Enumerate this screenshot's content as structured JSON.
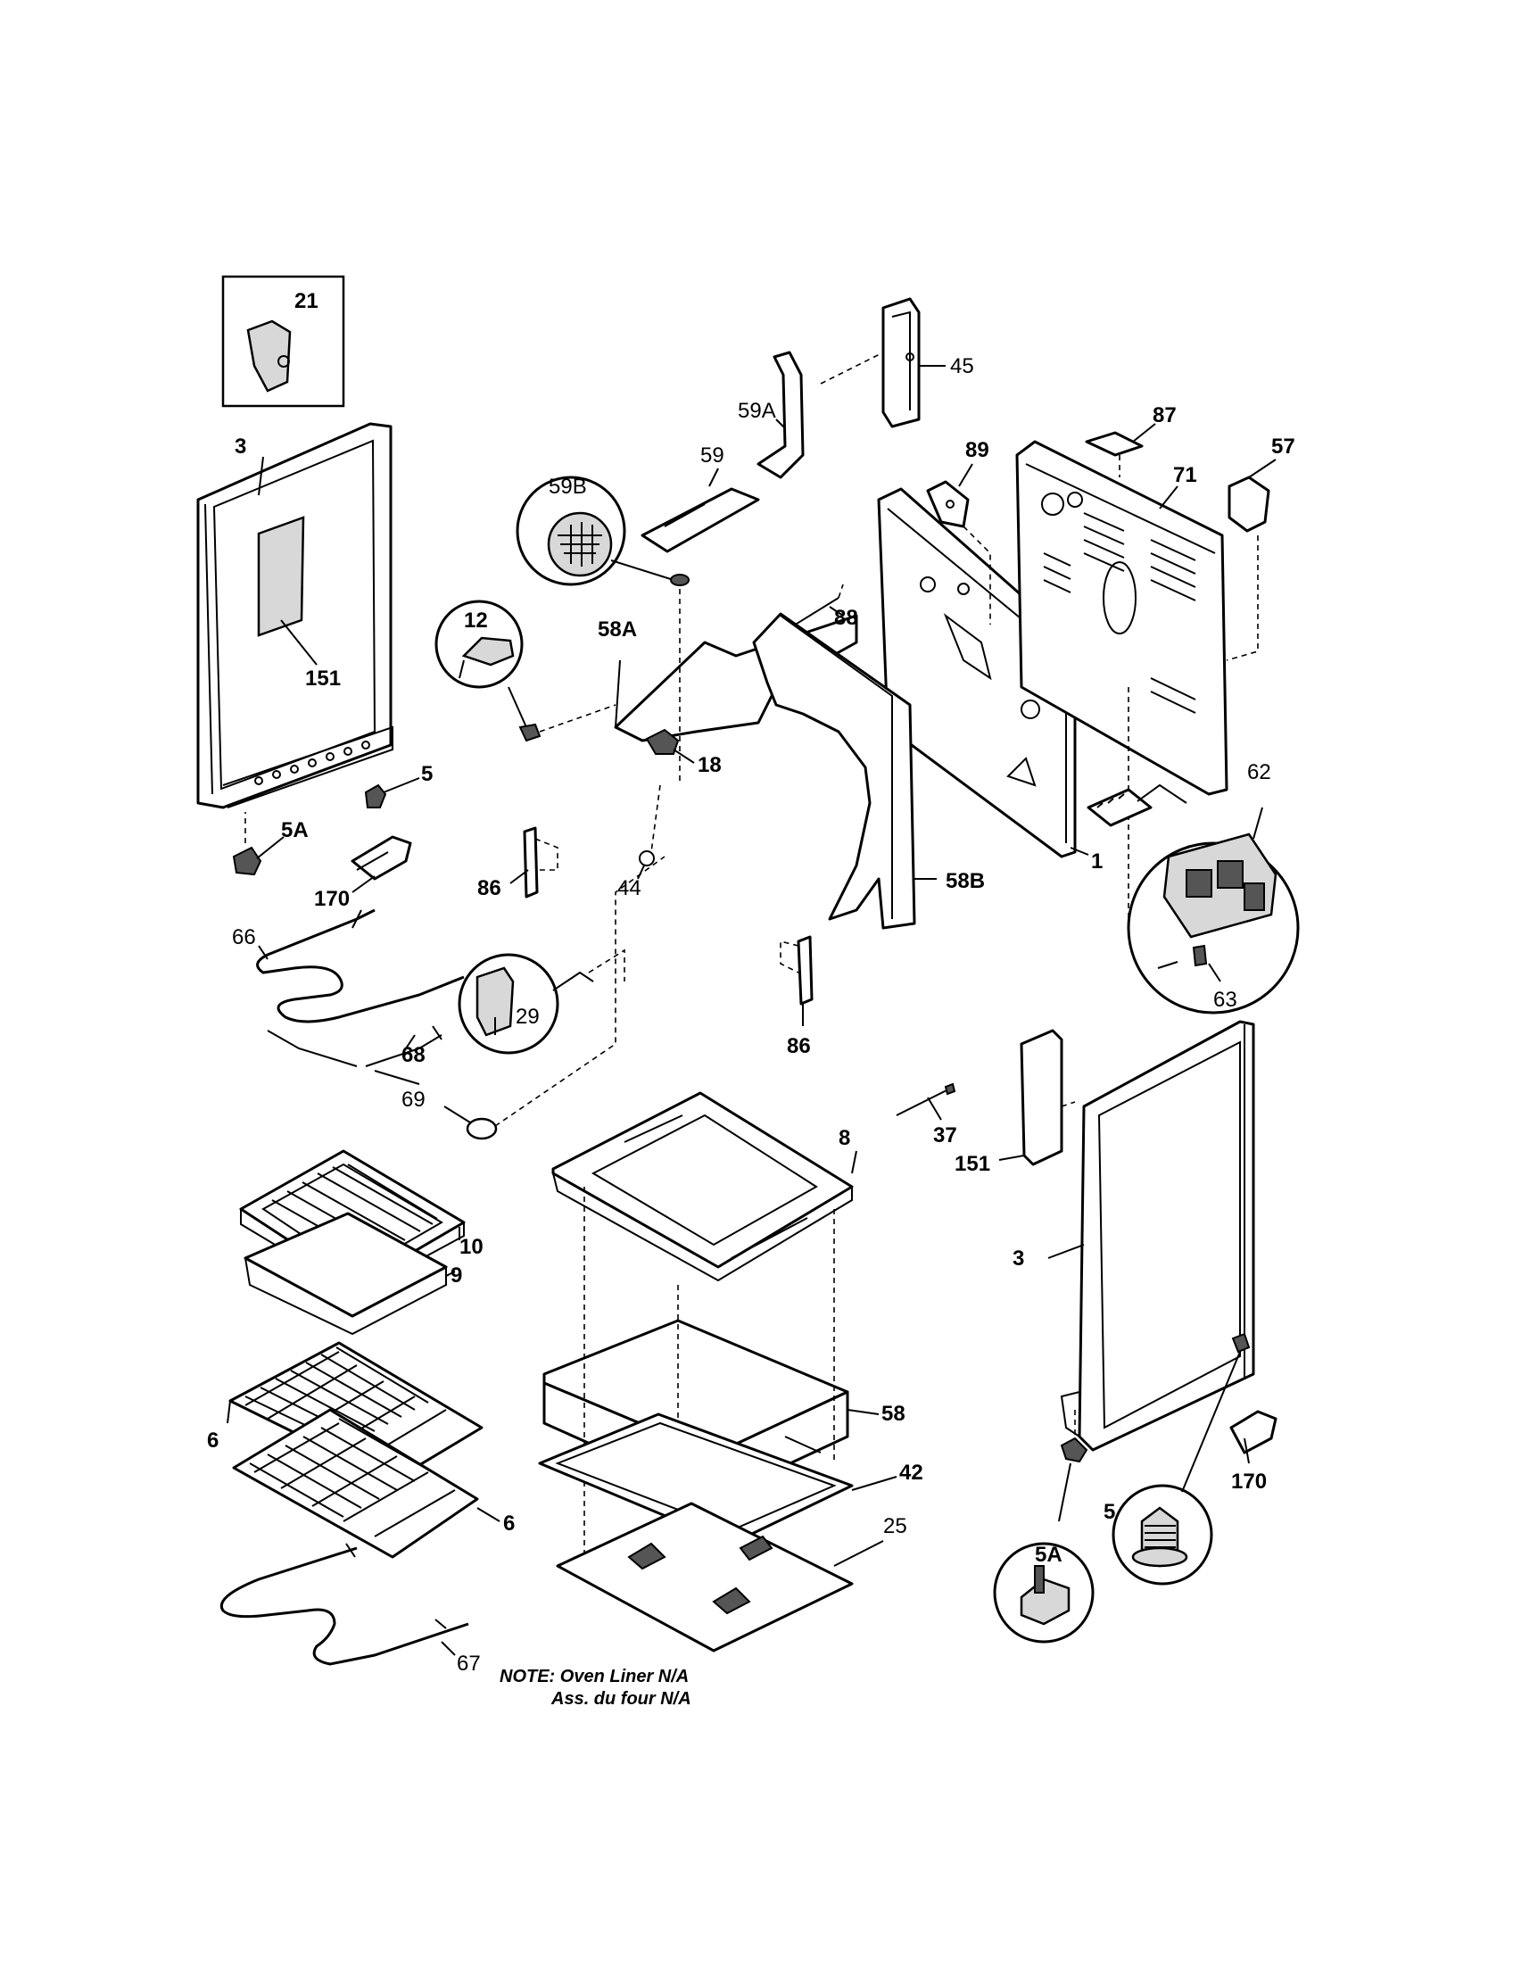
{
  "labels": {
    "p21": "21",
    "p3_left": "3",
    "p151_left": "151",
    "p5_left": "5",
    "p5A_left": "5A",
    "p170_left": "170",
    "p59B": "59B",
    "p59": "59",
    "p59A": "59A",
    "p45": "45",
    "p89": "89",
    "p87": "87",
    "p57": "57",
    "p71": "71",
    "p88": "88",
    "p58A": "58A",
    "p12": "12",
    "p18": "18",
    "p1": "1",
    "p62": "62",
    "p63": "63",
    "p58B": "58B",
    "p86_left": "86",
    "p44": "44",
    "p66": "66",
    "p29": "29",
    "p68": "68",
    "p69": "69",
    "p86_mid": "86",
    "p37": "37",
    "p151_right": "151",
    "p8": "8",
    "p10": "10",
    "p9": "9",
    "p3_right": "3",
    "p58": "58",
    "p42": "42",
    "p6_a": "6",
    "p6_b": "6",
    "p25": "25",
    "p170_right": "170",
    "p5_right": "5",
    "p5A_right": "5A",
    "p67": "67"
  },
  "note": {
    "line1": "NOTE: Oven Liner N/A",
    "line2": "Ass. du four N/A"
  }
}
